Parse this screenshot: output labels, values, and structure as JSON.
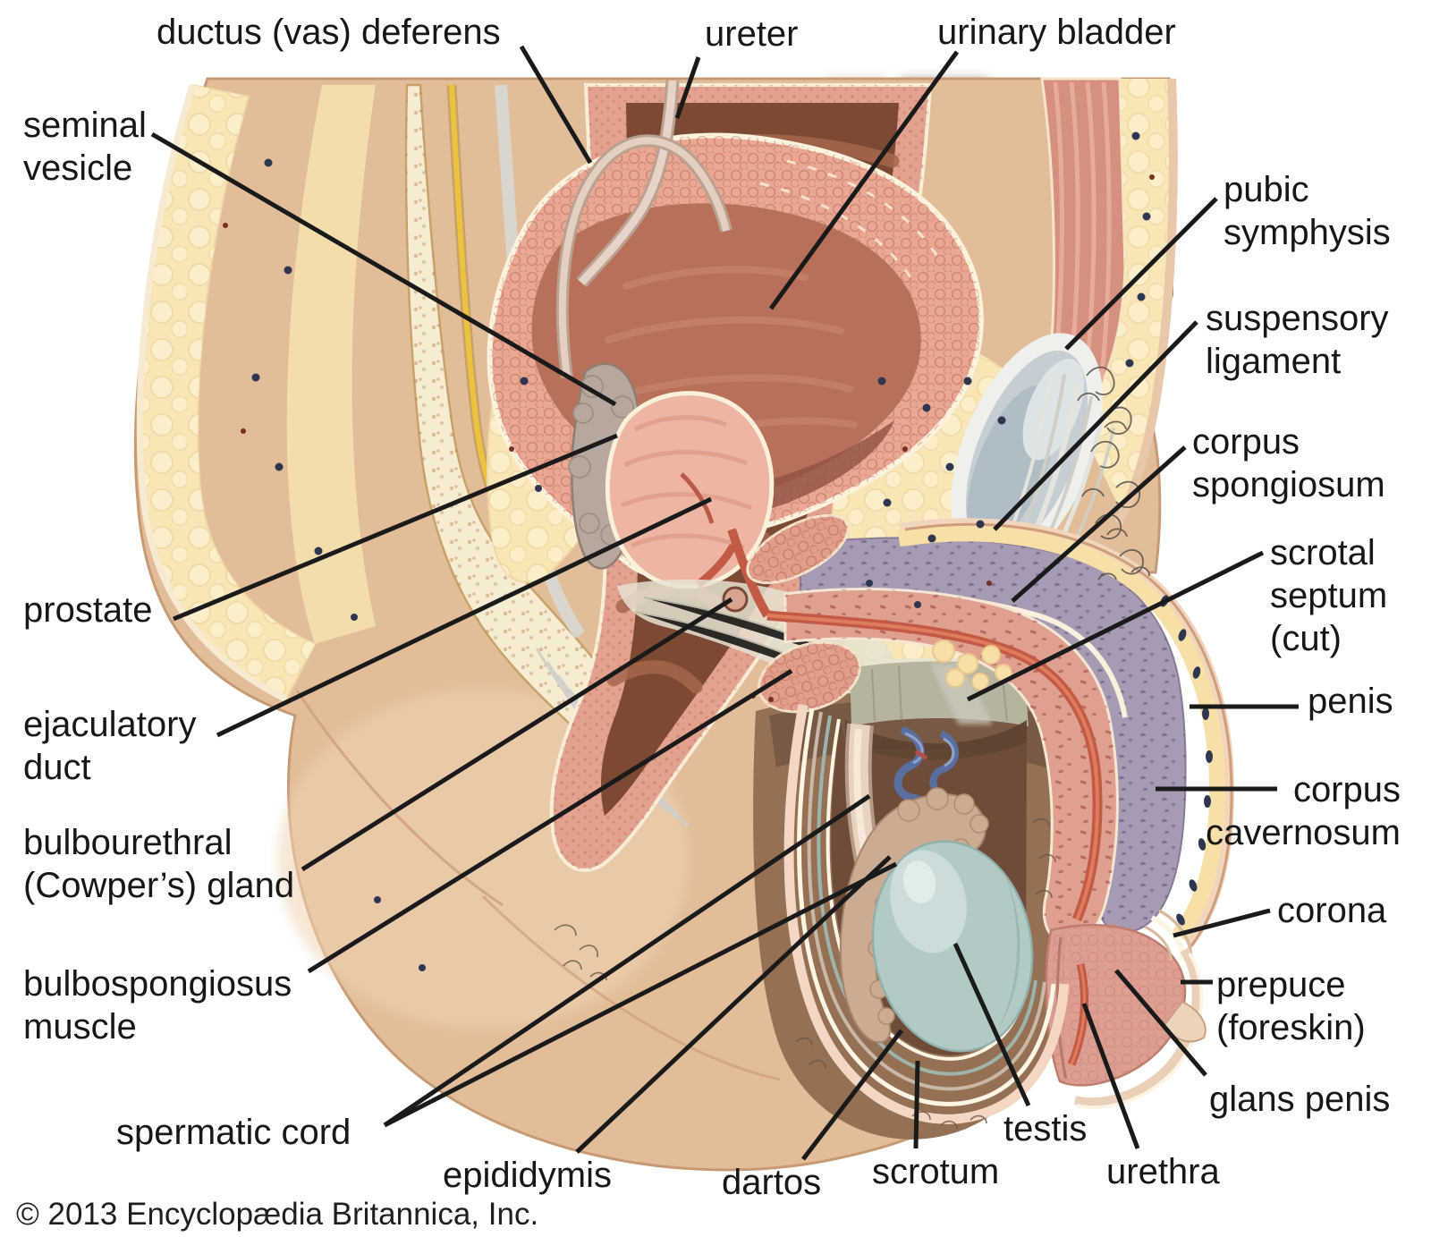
{
  "labels": {
    "ductus_deferens": "ductus (vas) deferens",
    "ureter": "ureter",
    "urinary_bladder": "urinary bladder",
    "seminal_vesicle": "seminal\nvesicle",
    "prostate": "prostate",
    "ejaculatory_duct": "ejaculatory\nduct",
    "bulbourethral_gland": "bulbourethral\n(Cowper’s) gland",
    "bulbospongiosus_muscle": "bulbospongiosus\nmuscle",
    "spermatic_cord": "spermatic cord",
    "epididymis": "epididymis",
    "dartos": "dartos",
    "scrotum": "scrotum",
    "testis": "testis",
    "urethra": "urethra",
    "pubic_symphysis": "pubic\nsymphysis",
    "suspensory_ligament": "suspensory\nligament",
    "corpus_spongiosum": "corpus\nspongiosum",
    "scrotal_septum": "scrotal\nseptum\n(cut)",
    "penis": "penis",
    "corpus_cavernosum": "corpus\ncavernosum",
    "corona": "corona",
    "prepuce": "prepuce\n(foreskin)",
    "glans_penis": "glans penis"
  },
  "copyright": "© 2013 Encyclopædia Britannica, Inc.",
  "palette": {
    "skin": "#e3bd98",
    "fat": "#f8e6b6",
    "bladder_wall": "#eaa893",
    "bladder_interior": "#b87059",
    "rectum": "#7c4a33",
    "bone": "#f6ecd2",
    "pubic_symphysis": "#c4ced4",
    "corpus_cavernosum": "#a79ab3",
    "corpus_spongiosum": "#dfa090",
    "urethra_red": "#c25a46",
    "testis": "#b2c9c6",
    "epididymis": "#cdab90",
    "scrotum_interior": "#6e4c39",
    "leader_line": "#1a1a1a"
  }
}
